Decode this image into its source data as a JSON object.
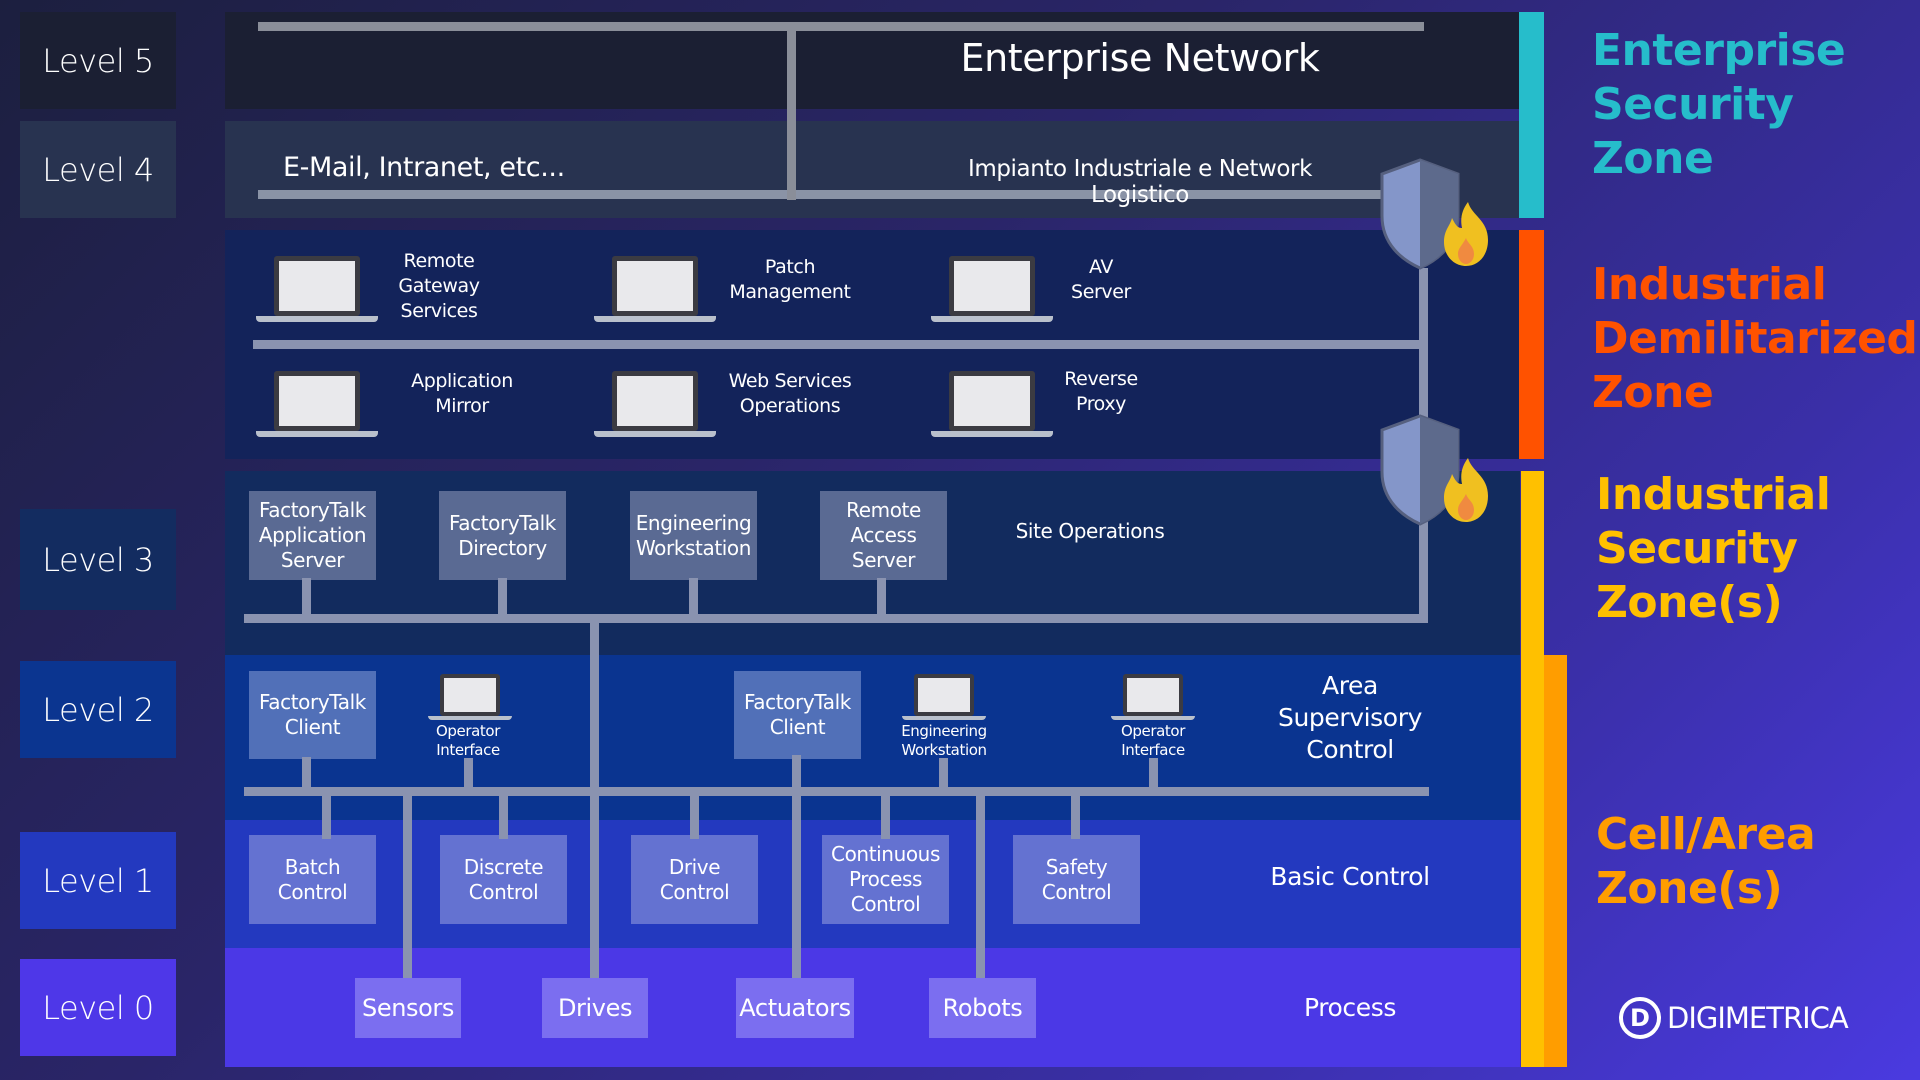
{
  "levels": [
    {
      "label": "Level 5",
      "color": "#1b1f33"
    },
    {
      "label": "Level 4",
      "color": "#283350"
    },
    {
      "label": "Level 3",
      "color": "#122b5e"
    },
    {
      "label": "Level 2",
      "color": "#0a3490"
    },
    {
      "label": "Level 1",
      "color": "#2339bf"
    },
    {
      "label": "Level 0",
      "color": "#4b38e6"
    }
  ],
  "enterprise": {
    "title": "Enterprise Network",
    "level4_left": "E-Mail, Intranet, etc...",
    "level4_right": "Impianto Industriale e Network Logistico"
  },
  "dmz": {
    "row1": [
      {
        "label": "Remote\nGateway\nServices"
      },
      {
        "label": "Patch\nManagement"
      },
      {
        "label": "AV\nServer"
      }
    ],
    "row2": [
      {
        "label": "Application\nMirror"
      },
      {
        "label": "Web Services\nOperations"
      },
      {
        "label": "Reverse\nProxy"
      }
    ]
  },
  "level3": {
    "boxes": [
      {
        "label": "FactoryTalk\nApplication\nServer"
      },
      {
        "label": "FactoryTalk\nDirectory"
      },
      {
        "label": "Engineering\nWorkstation"
      },
      {
        "label": "Remote\nAccess\nServer"
      }
    ],
    "caption": "Site Operations"
  },
  "level2": {
    "items": [
      {
        "type": "box",
        "label": "FactoryTalk\nClient"
      },
      {
        "type": "laptop",
        "label": "Operator\nInterface"
      },
      {
        "type": "box",
        "label": "FactoryTalk\nClient"
      },
      {
        "type": "laptop",
        "label": "Engineering\nWorkstation"
      },
      {
        "type": "laptop",
        "label": "Operator\nInterface"
      }
    ],
    "caption": "Area\nSupervisory\nControl"
  },
  "level1": {
    "boxes": [
      {
        "label": "Batch\nControl"
      },
      {
        "label": "Discrete\nControl"
      },
      {
        "label": "Drive\nControl"
      },
      {
        "label": "Continuous\nProcess\nControl"
      },
      {
        "label": "Safety\nControl"
      }
    ],
    "caption": "Basic Control"
  },
  "level0": {
    "boxes": [
      {
        "label": "Sensors"
      },
      {
        "label": "Drives"
      },
      {
        "label": "Actuators"
      },
      {
        "label": "Robots"
      }
    ],
    "caption": "Process"
  },
  "zones": [
    {
      "title": "Enterprise\nSecurity\nZone",
      "color": "#26bdcb"
    },
    {
      "title": "Industrial\nDemilitarized\nZone",
      "color": "#ff5200"
    },
    {
      "title": "Industrial\nSecurity\nZone(s)",
      "color": "#ffc000"
    },
    {
      "title": "Cell/Area\nZone(s)",
      "color": "#ff9d00"
    }
  ],
  "logo": {
    "text": "DIGIMETRICA",
    "glyph": "D"
  },
  "icons": {
    "firewall": "shield-firewall-icon",
    "computer": "laptop-icon"
  }
}
